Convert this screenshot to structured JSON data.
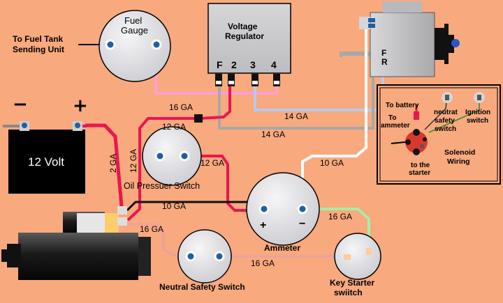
{
  "labels": {
    "fuel_tank": [
      "To Fuel Tank",
      "Sending Unit"
    ],
    "fuel_gauge": [
      "Fuel",
      "Gauge"
    ],
    "regulator": [
      "Voltage",
      "Regulator"
    ],
    "reg_terms": [
      "F",
      "2",
      "3",
      "4"
    ],
    "alt_terms": [
      "F",
      "R"
    ],
    "battery": "12 Volt",
    "battery_neg": "−",
    "battery_pos": "+",
    "oil_switch": "Oil Pressuer Switch",
    "ammeter": "Ammeter",
    "ammeter_plus": "+",
    "ammeter_minus": "−",
    "neutral_switch": "Neutral Safety Switch",
    "key_starter": [
      "Key Starter",
      "swiitch"
    ],
    "inset": {
      "to_battery": "To battery",
      "to_ammeter": [
        "To",
        "ammeter"
      ],
      "neutral_safety": [
        "neutrat",
        "safety",
        "switch"
      ],
      "ignition": [
        "Ignition",
        "switch"
      ],
      "solenoid": [
        "Solenoid",
        "Wiring"
      ],
      "to_starter": [
        "to the",
        "starter"
      ]
    }
  },
  "wires": {
    "w16_pink": "16 GA",
    "w12_oil": "12 GA",
    "w14_a": "14 GA",
    "w14_b": "14 GA",
    "w2_red": "2 GA",
    "w12_red": "12 GA",
    "w12_oil_right": "12 GA",
    "w10_white": "10 GA",
    "w10_black": "10 GA",
    "w16_green": "16 GA",
    "w16_starter": "16 GA",
    "w16_bottom": "16 GA"
  },
  "colors": {
    "background": "#f8a97e",
    "gauge": "#e6e6ea",
    "red_wire": "#e8174f",
    "pink_wire": "#ff9ed2",
    "grey_wire": "#a8a8a8",
    "lightblue_wire": "#b7c9ee",
    "green_wire": "#a5eea5",
    "terminal": "#1f5fa8"
  }
}
